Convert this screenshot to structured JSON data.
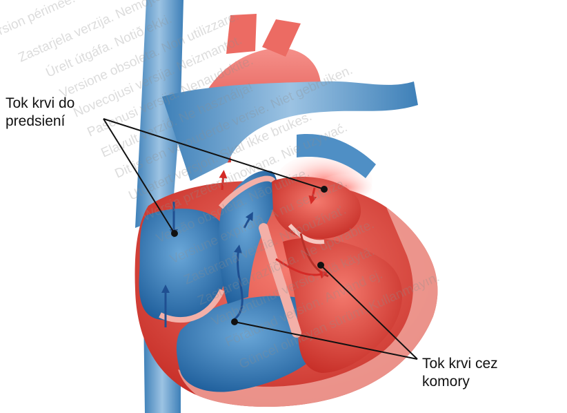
{
  "labels": {
    "atria_line1": "Tok krvi do",
    "atria_line2": "predsiení",
    "ventricles_line1": "Tok krvi cez",
    "ventricles_line2": "komory"
  },
  "watermark": [
    "Version périmée. Ne pas utiliser.",
    "Zastarjela verzija. Nemojte upotrebljavati.",
    "Úrelt útgáfa. Notið ekki.",
    "Versione obsoleta. Non utilizzare.",
    "Novecojusi versija. Neizmantot.",
    "Pasenusi versija. Nenaudokite.",
    "Elavult verzió. Ne használja!",
    "Dit is een verouderde versie. Niet gebruiken.",
    "Utdatert versjon. Skal ikke brukes.",
    "Wersja przeterminowana. Nie używać.",
    "Versão obsoleta. Não utilize.",
    "Versiune expirată. A nu se utiliza.",
    "Zastaraná verzia. Nepoužívať.",
    "Zastarela različica. Ne uporabite.",
    "Vanhentunut versio. Älä käytä.",
    "Föråldrad version. Använd ej.",
    "Güncel olmayan sürüm. Kullanmayın."
  ],
  "colors": {
    "right_side_blood": "#2f7fbf",
    "left_side_blood": "#e0463f",
    "wall_pink": "#f0a29a",
    "arrow_blue": "#1f4f91",
    "arrow_red": "#d42a26",
    "leader_line": "#111111"
  }
}
